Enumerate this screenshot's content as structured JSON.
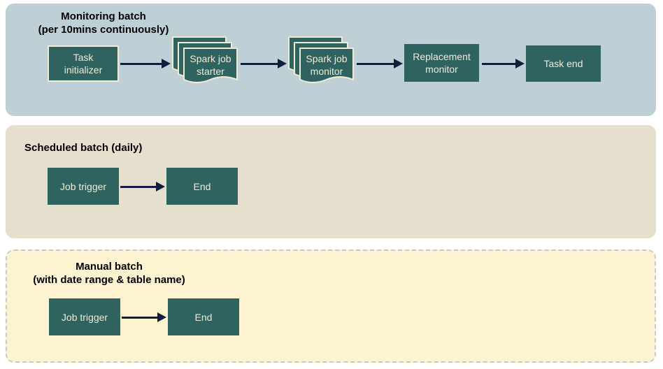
{
  "colors": {
    "monitoring_panel_bg": "#bfcfd6",
    "scheduled_panel_bg": "#e6dfce",
    "manual_panel_bg": "#fdf3d0",
    "manual_panel_dashed_border": "#c9c9c9",
    "node_fill": "#2f6360",
    "node_cream_border": "#f3ead2",
    "node_text": "#f0ead8",
    "arrow": "#0f1f3d",
    "title_text": "#000000"
  },
  "monitoring": {
    "title": "Monitoring batch\n(per 10mins continuously)",
    "task_initializer": "Task\ninitializer",
    "spark_job_starter": "Spark job\nstarter",
    "spark_job_monitor": "Spark job\nmonitor",
    "replacement_monitor": "Replacement\nmonitor",
    "task_end": "Task end"
  },
  "scheduled": {
    "title": "Scheduled batch (daily)",
    "job_trigger": "Job trigger",
    "end": "End"
  },
  "manual": {
    "title": "Manual batch\n(with date range & table name)",
    "job_trigger": "Job trigger",
    "end": "End"
  }
}
